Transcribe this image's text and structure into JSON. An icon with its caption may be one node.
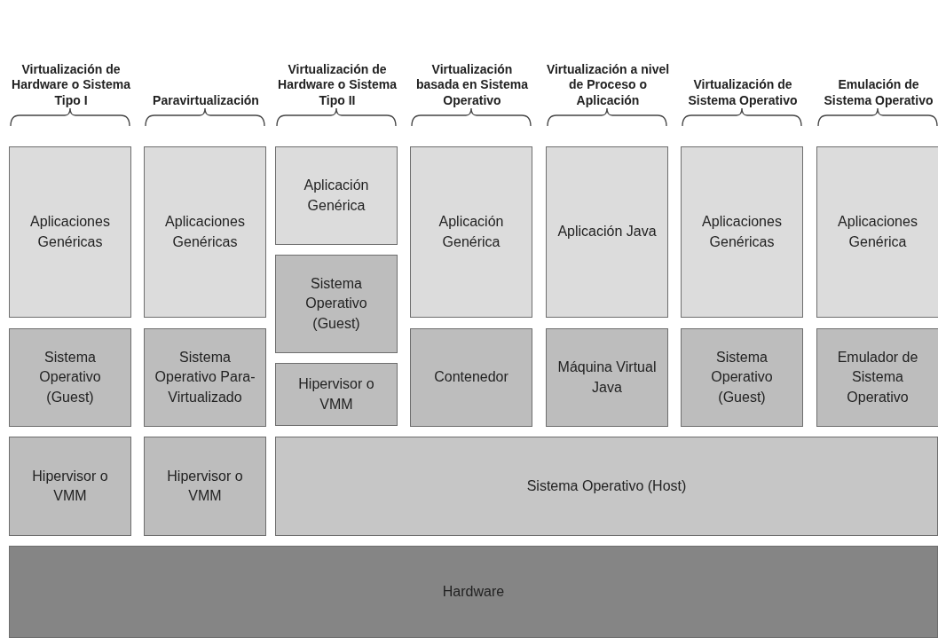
{
  "diagram": {
    "nodes": [
      {
        "text": [
          "Aplicaciones Genéricas"
        ]
      },
      {
        "text": [
          "Aplicaciones Genéricas"
        ]
      },
      {
        "text": [
          "Aplicación Genérica"
        ]
      },
      {
        "text": [
          "Aplicación Genérica"
        ]
      },
      {
        "text": [
          "Aplicación Java"
        ]
      },
      {
        "text": [
          "Aplicaciones Genéricas"
        ]
      },
      {
        "text": [
          "Aplicaciones Genérica"
        ]
      },
      {
        "text": [
          "Sistema Operativo (Guest)"
        ]
      },
      {
        "text": [
          "Sistema Operativo (Guest)"
        ]
      },
      {
        "text": [
          "Sistema Operativo Para-Virtualizado"
        ]
      },
      {
        "text": [
          "Hipervisor o VMM"
        ]
      },
      {
        "text": [
          "Contenedor"
        ]
      },
      {
        "text": [
          "Máquina Virtual Java"
        ]
      },
      {
        "text": [
          "Sistema Operativo (Guest)"
        ]
      },
      {
        "text": [
          "Emulador de Sistema Operativo"
        ]
      },
      {
        "text": [
          "Hipervisor o VMM"
        ]
      },
      {
        "text": [
          "Hipervisor o VMM"
        ]
      },
      {
        "text": [
          "Sistema Operativo (Host)"
        ]
      },
      {
        "text": [
          "Hardware"
        ]
      }
    ],
    "edges": [],
    "labels": [
      "Virtualización de Hardware o Sistema Tipo I",
      "Paravirtualización",
      "Virtualización de Hardware o Sistema Tipo II",
      "Virtualización basada en Sistema Operativo",
      "Virtualización a nivel de Proceso o Aplicación",
      "Virtualización de Sistema Operativo",
      "Emulación de Sistema Operativo"
    ]
  }
}
